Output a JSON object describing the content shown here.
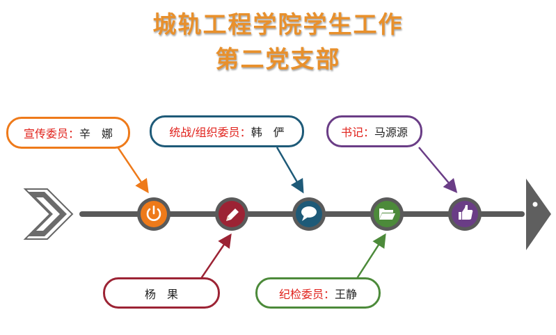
{
  "title": {
    "line1": "城轨工程学院学生工作",
    "line2": "第二党支部"
  },
  "nodes": [
    {
      "icon": "power-icon",
      "color": "#EE7A1A"
    },
    {
      "icon": "pencil-icon",
      "color": "#9C2334"
    },
    {
      "icon": "chat-icon",
      "color": "#1E5A78"
    },
    {
      "icon": "folder-icon",
      "color": "#4C8A3A"
    },
    {
      "icon": "thumbs-up-icon",
      "color": "#6A3D86"
    }
  ],
  "bubbles": {
    "propaganda": {
      "role": "宣传委员：",
      "name": "辛　娜",
      "color": "#EE7A1A"
    },
    "united_front": {
      "role": "统战/组织委员：",
      "name": "韩　俨",
      "color": "#1E5A78"
    },
    "secretary": {
      "role": "书记：",
      "name": "马源源",
      "color": "#6A3D86"
    },
    "member": {
      "role": "",
      "name": "杨　果",
      "color": "#9C2334"
    },
    "discipline": {
      "role": "纪检委员：",
      "name": "王静",
      "color": "#4C8A3A"
    }
  },
  "colors": {
    "title": "#E8902C",
    "timeline": "#595959",
    "role_text": "#E0201A"
  }
}
